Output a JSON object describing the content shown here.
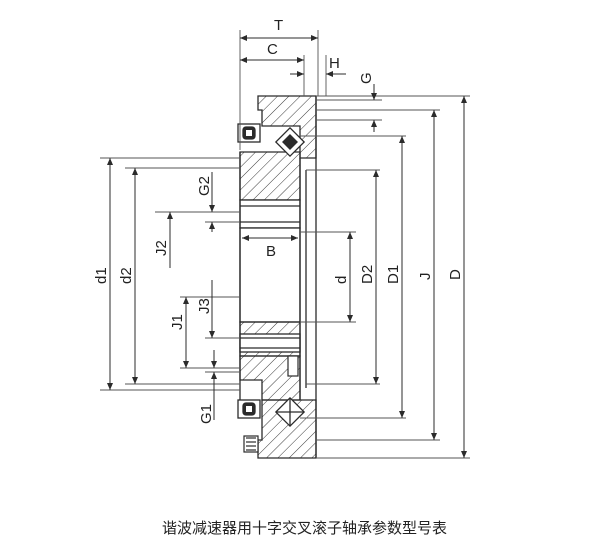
{
  "caption": "谐波减速器用十字交叉滚子轴承参数型号表",
  "labels": {
    "T": "T",
    "C": "C",
    "H": "H",
    "G": "G",
    "G2": "G2",
    "G1": "G1",
    "J2": "J2",
    "J3": "J3",
    "J1": "J1",
    "B": "B",
    "d1": "d1",
    "d2": "d2",
    "d": "d",
    "D2": "D2",
    "D1": "D1",
    "J": "J",
    "D": "D"
  },
  "colors": {
    "line": "#2b2b2b",
    "hatch": "#3a3a3a"
  }
}
